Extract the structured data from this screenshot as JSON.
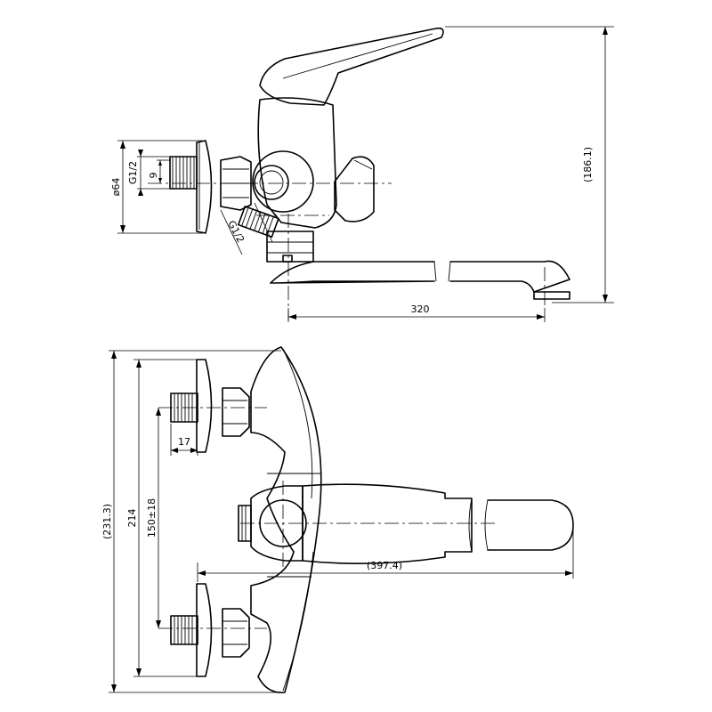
{
  "side_view": {
    "dim_height": "(186.1)",
    "dim_spout_length": "320",
    "dim_flange_diameter": "ø64",
    "dim_thread": "G1/2",
    "dim_thread_offset": "9",
    "dim_outlet_thread": "G1/2"
  },
  "top_view": {
    "dim_overall_width": "(231.3)",
    "dim_spread": "214",
    "dim_centers": "150±18",
    "dim_thread_length": "17",
    "dim_reach": "(397.4)"
  }
}
